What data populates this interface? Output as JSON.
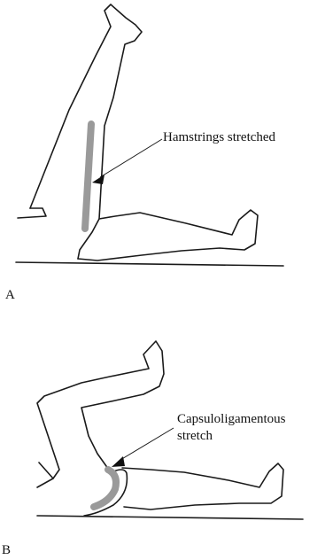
{
  "panels": [
    {
      "letter": "A",
      "annotation": "Hamstrings stretched"
    },
    {
      "letter": "B",
      "annotation_lines": [
        "Capsuloligamentous",
        "stretch"
      ]
    }
  ],
  "colors": {
    "line": "#1a1a1a",
    "highlight": "#9a9a9a"
  }
}
